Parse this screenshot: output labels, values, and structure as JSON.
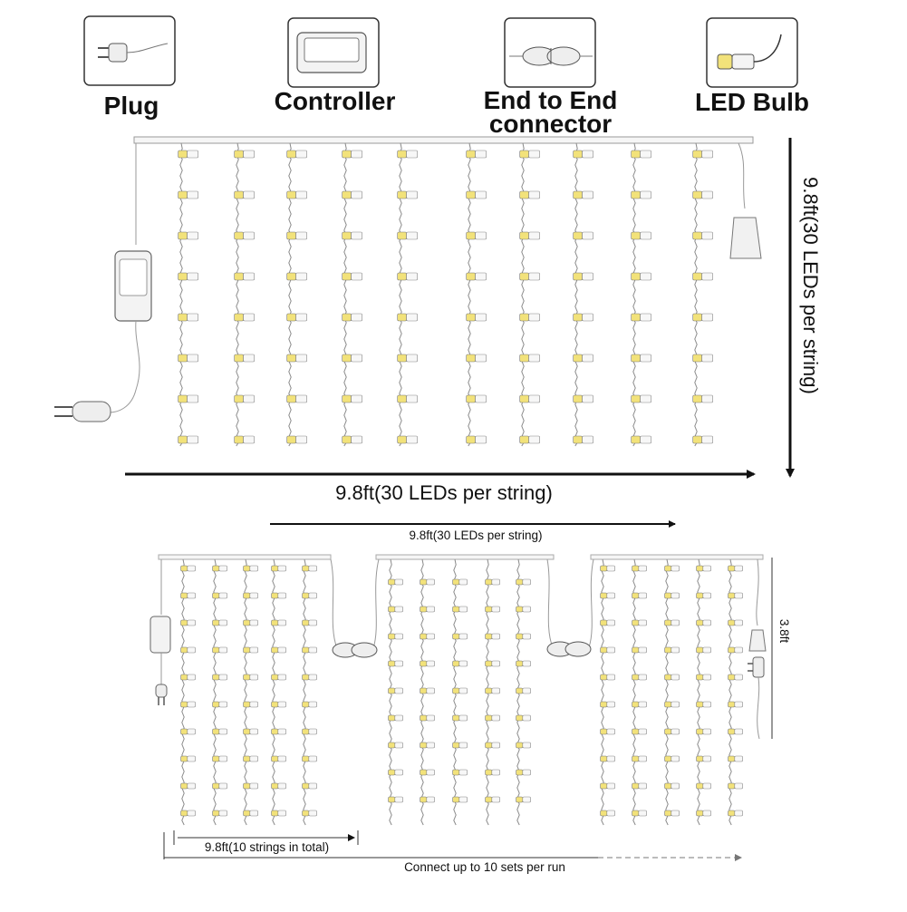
{
  "legend": {
    "plug": "Plug",
    "controller": "Controller",
    "connector_line1": "End to End",
    "connector_line2": "connector",
    "bulb": "LED Bulb"
  },
  "top_diagram": {
    "width_label": "9.8ft(30 LEDs per string)",
    "height_label": "9.8ft(30 LEDs per string)"
  },
  "bottom_diagram": {
    "width_label": "9.8ft(30 LEDs per string)",
    "height_label": "3.8ft",
    "total_width_label": "9.8ft(10 strings in total)",
    "run_label": "Connect up to 10 sets per run"
  },
  "colors": {
    "wire": "#8a8a8a",
    "led": "#f2e27a",
    "arrow": "#111111",
    "box_border": "#333333"
  }
}
